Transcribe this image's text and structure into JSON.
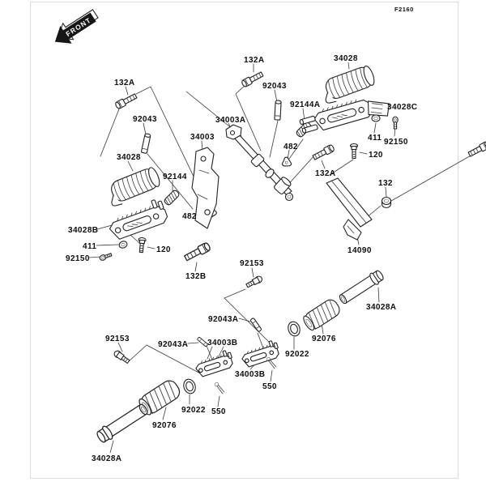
{
  "page": {
    "code": "F2160"
  },
  "front_marker": {
    "label": "FRONT"
  },
  "colors": {
    "ink": "#1d1d1d",
    "paper": "#ffffff",
    "frame": "#dcdcdc"
  },
  "diagram": {
    "labels": [
      {
        "id": "132A-left",
        "text": "132A"
      },
      {
        "id": "92043-left",
        "text": "92043"
      },
      {
        "id": "34028-left",
        "text": "34028"
      },
      {
        "id": "34003",
        "text": "34003"
      },
      {
        "id": "92144",
        "text": "92144"
      },
      {
        "id": "34028B",
        "text": "34028B"
      },
      {
        "id": "482-left",
        "text": "482"
      },
      {
        "id": "411-left",
        "text": "411"
      },
      {
        "id": "92150-left",
        "text": "92150"
      },
      {
        "id": "120-left",
        "text": "120"
      },
      {
        "id": "132B",
        "text": "132B"
      },
      {
        "id": "132A-mid",
        "text": "132A"
      },
      {
        "id": "92043-mid",
        "text": "92043"
      },
      {
        "id": "34003A",
        "text": "34003A"
      },
      {
        "id": "92144A",
        "text": "92144A"
      },
      {
        "id": "482-mid",
        "text": "482"
      },
      {
        "id": "34028-right",
        "text": "34028"
      },
      {
        "id": "34028C",
        "text": "34028C"
      },
      {
        "id": "411-right",
        "text": "411"
      },
      {
        "id": "92150-right",
        "text": "92150"
      },
      {
        "id": "120-right",
        "text": "120"
      },
      {
        "id": "132A-right",
        "text": "132A"
      },
      {
        "id": "132",
        "text": "132"
      },
      {
        "id": "14090",
        "text": "14090"
      },
      {
        "id": "92153-mid",
        "text": "92153"
      },
      {
        "id": "34028A-right",
        "text": "34028A"
      },
      {
        "id": "92076-right",
        "text": "92076"
      },
      {
        "id": "92022-right",
        "text": "92022"
      },
      {
        "id": "92043A-mid",
        "text": "92043A"
      },
      {
        "id": "34003B-center",
        "text": "34003B"
      },
      {
        "id": "550-right",
        "text": "550"
      },
      {
        "id": "92153-left",
        "text": "92153"
      },
      {
        "id": "92043A-left",
        "text": "92043A"
      },
      {
        "id": "34003B-left",
        "text": "34003B"
      },
      {
        "id": "92022-left",
        "text": "92022"
      },
      {
        "id": "550-left",
        "text": "550"
      },
      {
        "id": "92076-left",
        "text": "92076"
      },
      {
        "id": "34028A-left",
        "text": "34028A"
      }
    ]
  }
}
